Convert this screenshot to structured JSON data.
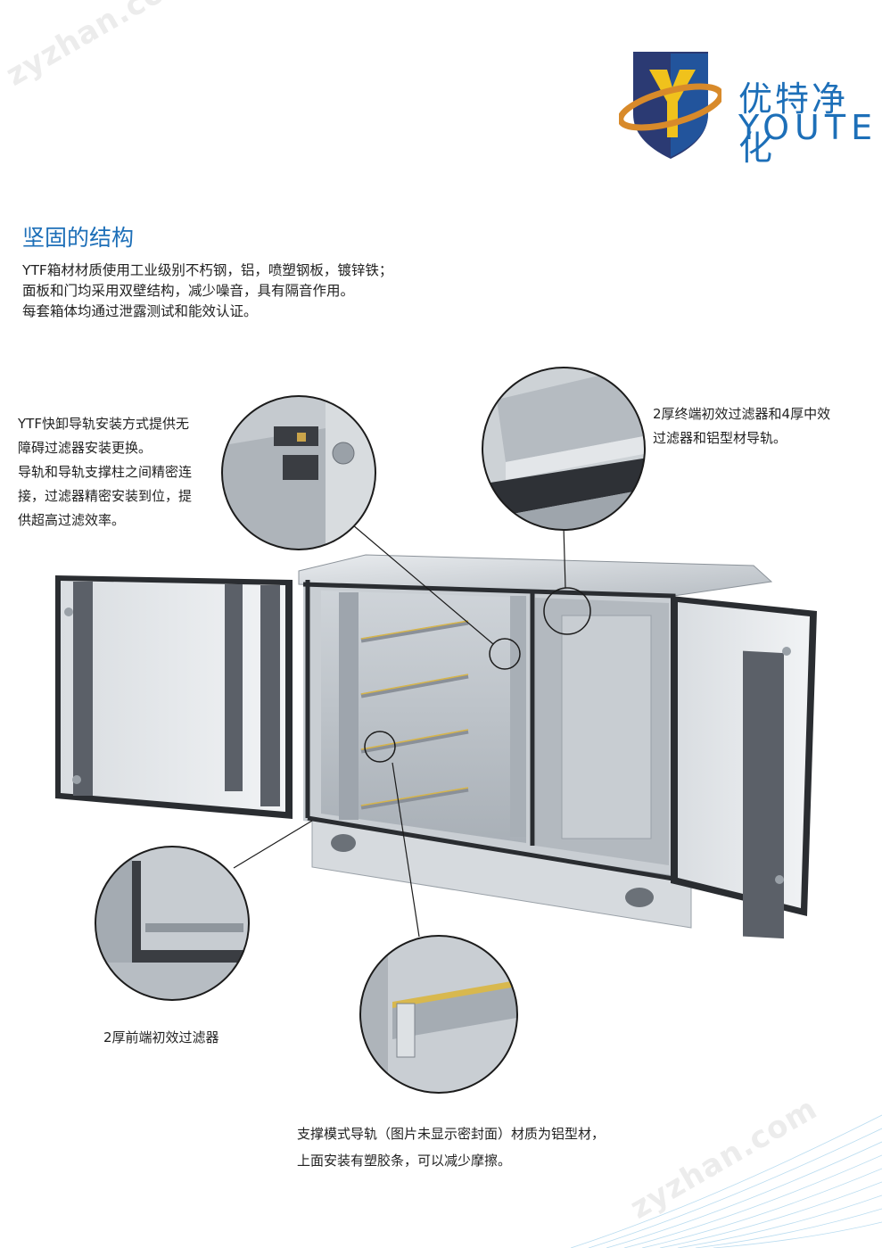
{
  "watermark": "zyzhan.com",
  "brand": {
    "name_cn": "优特净化",
    "name_en": "YOUTE",
    "colors": {
      "primary": "#1d6fb8",
      "shield": "#2b3a73",
      "orbit": "#d88a2a",
      "y_letter": "#f0c21c"
    }
  },
  "section": {
    "title": "坚固的结构",
    "lines": [
      "YTF箱材材质使用工业级别不朽钢，铝，喷塑钢板，镀锌铁；",
      "面板和门均采用双壁结构，减少噪音，具有隔音作用。",
      "每套箱体均通过泄露测试和能效认证。"
    ]
  },
  "callouts": {
    "rail": [
      "YTF快卸导轨安装方式提供无",
      "障碍过滤器安装更换。",
      "导轨和导轨支撑柱之间精密连",
      "接，过滤器精密安装到位，提",
      "供超高过滤效率。"
    ],
    "end_filter": [
      "2厚终端初效过滤器和4厚中效",
      "过滤器和铝型材导轨。"
    ],
    "front_filter": [
      "2厚前端初效过滤器"
    ],
    "support_rail": [
      "支撑模式导轨（图片未显示密封面）材质为铝型材，",
      "上面安装有塑胶条，可以减少摩擦。"
    ]
  }
}
